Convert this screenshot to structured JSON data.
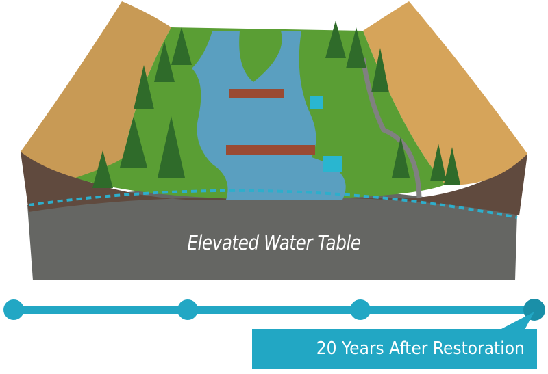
{
  "diagram": {
    "title": "Elevated Water Table",
    "layers": [
      {
        "name": "sandy-hillside",
        "color": "#c99a55"
      },
      {
        "name": "riparian-vegetation",
        "color": "#4e9a2c"
      },
      {
        "name": "river",
        "color": "#5a9fc0"
      },
      {
        "name": "soil",
        "color": "#604a3e"
      },
      {
        "name": "groundwater",
        "color": "#656663"
      },
      {
        "name": "water-table-line",
        "color": "#2eaecb"
      }
    ],
    "features": [
      "beaver dams",
      "pine trees",
      "willows",
      "road",
      "culvert structures"
    ]
  },
  "timeline": {
    "color": "#22a7c4",
    "active_color": "#1a8fa8",
    "points": 4,
    "active_index": 3,
    "label": "20 Years After Restoration"
  }
}
